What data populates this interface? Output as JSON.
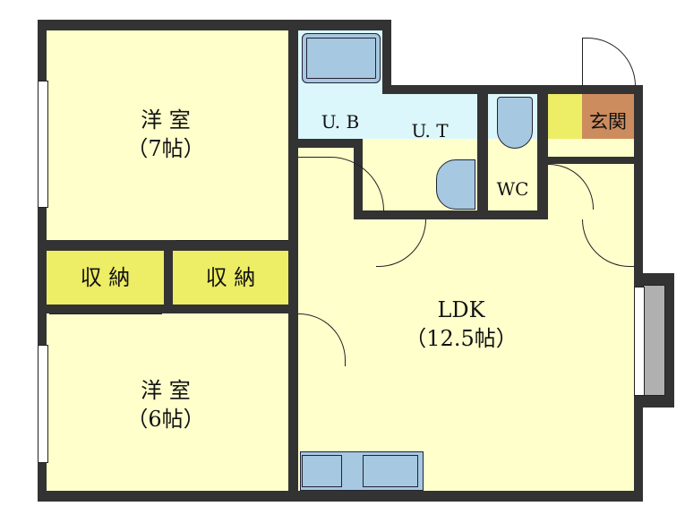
{
  "rooms": {
    "western_7": {
      "name": "洋 室",
      "size": "（7帖）"
    },
    "western_6": {
      "name": "洋 室",
      "size": "（6帖）"
    },
    "closet_1": {
      "name": "収 納"
    },
    "closet_2": {
      "name": "収 納"
    },
    "ub": {
      "name": "U. B"
    },
    "ut": {
      "name": "U. T"
    },
    "wc": {
      "name": "WC"
    },
    "entrance": {
      "name": "玄関"
    },
    "ldk": {
      "name": "LDK",
      "size": "（12.5帖）"
    }
  },
  "colors": {
    "wall": "#333333",
    "room": "#ffffcc",
    "wet": "#dcf7fb",
    "closet": "#eded66",
    "entrance": "#cc8c5e",
    "fixture": "#a6c8e0"
  }
}
